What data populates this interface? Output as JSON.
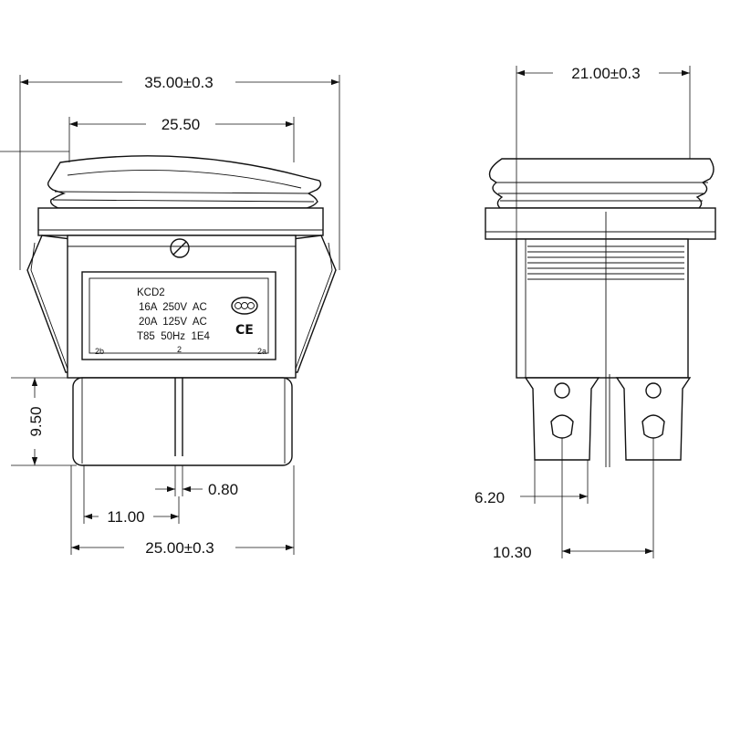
{
  "dimensions": {
    "front_overall_width": "35.00±0.3",
    "front_rocker_width": "25.50",
    "front_terminal_length": "9.50",
    "front_terminal_thickness": "0.80",
    "front_terminal_pitch": "11.00",
    "front_body_width": "25.00±0.3",
    "side_overall_depth": "21.00±0.3",
    "side_terminal_spacing_small": "6.20",
    "side_terminal_spacing_large": "10.30"
  },
  "label": {
    "model": "KCD2",
    "rating_line_1": "16A  250V  AC",
    "rating_line_2": "20A  125V  AC",
    "rating_line_3": "T85  50Hz  1E4",
    "terminal_left": "2b",
    "terminal_center": "2",
    "terminal_right": "2a",
    "ce_mark": "CE"
  },
  "icons": [
    "cqc-certification-icon",
    "ce-mark-icon",
    "mounting-screw-icon"
  ]
}
